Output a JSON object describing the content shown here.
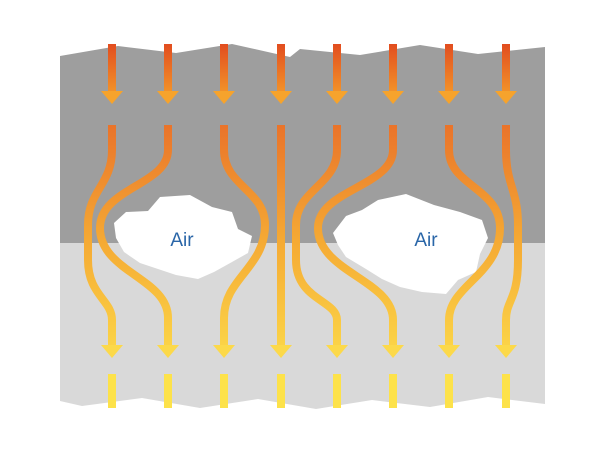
{
  "colors": {
    "upper_layer": "#9e9e9e",
    "lower_layer": "#d9d9d9",
    "pocket": "#ffffff",
    "label": "#2a66a8",
    "heat_top": "#e24d1f",
    "heat_mid": "#f2892a",
    "heat_bottom": "#fde24a"
  },
  "pockets": [
    {
      "label": "Air"
    },
    {
      "label": "Air"
    }
  ],
  "heat_arrow_count": 8
}
